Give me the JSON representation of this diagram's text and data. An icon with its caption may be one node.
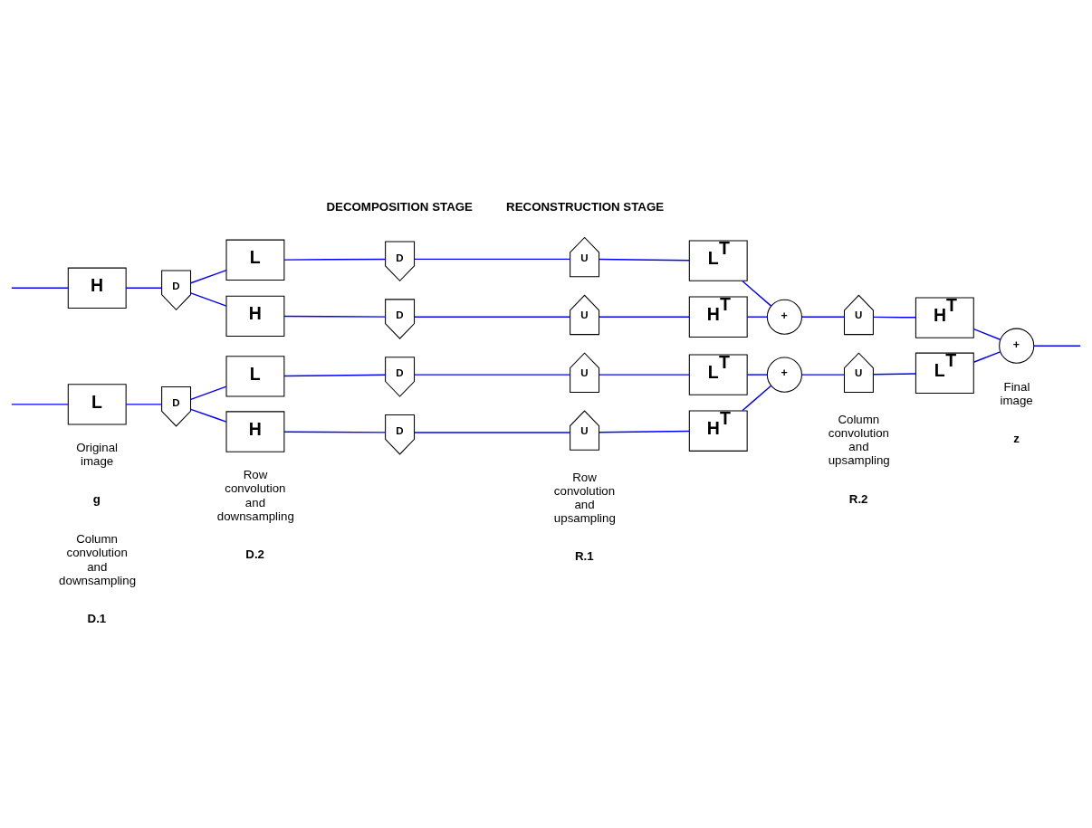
{
  "diagram": {
    "nodes": [
      {
        "text": [
          "L"
        ]
      },
      {
        "text": [
          "D"
        ]
      },
      {
        "text": [
          "H"
        ]
      },
      {
        "text": [
          "D"
        ]
      },
      {
        "text": [
          "L"
        ]
      },
      {
        "text": [
          "D"
        ]
      },
      {
        "text": [
          "H"
        ]
      },
      {
        "text": [
          "D"
        ]
      },
      {
        "text": [
          "L"
        ]
      },
      {
        "text": [
          "D"
        ]
      },
      {
        "text": [
          "H"
        ]
      },
      {
        "text": [
          "D"
        ]
      },
      {
        "text": [
          "U"
        ]
      },
      {
        "text": [
          "L$^{T}$"
        ]
      },
      {
        "text": [
          "U"
        ]
      },
      {
        "text": [
          "H$^{T}$"
        ]
      },
      {
        "text": [
          "U"
        ]
      },
      {
        "text": [
          "L$^{T}$"
        ]
      },
      {
        "text": [
          "U"
        ]
      },
      {
        "text": [
          "H$^{T}$"
        ]
      },
      {
        "text": [
          "+"
        ]
      },
      {
        "text": [
          "+"
        ]
      },
      {
        "text": [
          "U"
        ]
      },
      {
        "text": [
          "L$^{T}$"
        ]
      },
      {
        "text": [
          "U"
        ]
      },
      {
        "text": [
          "H$^{T}$"
        ]
      },
      {
        "text": [
          "+"
        ]
      }
    ],
    "edges": [
      {
        "from": null,
        "to": 0,
        "arrow": "none"
      },
      {
        "from": null,
        "to": 2,
        "arrow": "none"
      },
      {
        "from": 0,
        "to": 1,
        "arrow": "none"
      },
      {
        "from": 2,
        "to": 3,
        "arrow": "none"
      },
      {
        "from": 1,
        "to": 4,
        "arrow": "none"
      },
      {
        "from": 1,
        "to": 6,
        "arrow": "none"
      },
      {
        "from": 3,
        "to": 8,
        "arrow": "none"
      },
      {
        "from": 3,
        "to": 10,
        "arrow": "none"
      },
      {
        "from": 4,
        "to": 5,
        "arrow": "none"
      },
      {
        "from": 6,
        "to": 7,
        "arrow": "none"
      },
      {
        "from": 8,
        "to": 9,
        "arrow": "none"
      },
      {
        "from": 10,
        "to": 11,
        "arrow": "none"
      },
      {
        "from": 5,
        "to": 12,
        "arrow": "none"
      },
      {
        "from": 7,
        "to": 14,
        "arrow": "none"
      },
      {
        "from": 9,
        "to": 16,
        "arrow": "none"
      },
      {
        "from": 11,
        "to": 18,
        "arrow": "none"
      },
      {
        "from": 12,
        "to": 13,
        "arrow": "none"
      },
      {
        "from": 14,
        "to": 15,
        "arrow": "none"
      },
      {
        "from": 16,
        "to": 17,
        "arrow": "none"
      },
      {
        "from": 18,
        "to": 19,
        "arrow": "none"
      },
      {
        "from": 13,
        "to": 20,
        "arrow": "none"
      },
      {
        "from": 15,
        "to": 20,
        "arrow": "none"
      },
      {
        "from": 17,
        "to": 21,
        "arrow": "none"
      },
      {
        "from": 19,
        "to": 21,
        "arrow": "none"
      },
      {
        "from": 20,
        "to": 22,
        "arrow": "none"
      },
      {
        "from": 21,
        "to": 24,
        "arrow": "none"
      },
      {
        "from": 22,
        "to": 23,
        "arrow": "none"
      },
      {
        "from": 24,
        "to": 25,
        "arrow": "none"
      },
      {
        "from": 23,
        "to": 26,
        "arrow": "none"
      },
      {
        "from": 25,
        "to": 26,
        "arrow": "none"
      },
      {
        "from": 26,
        "to": null,
        "arrow": "none"
      }
    ],
    "labels": [
      "DECOMPOSITION STAGE",
      "RECONSTRUCTION STAGE",
      "Original image",
      "g",
      "Final image",
      "z",
      "Column convolution and downsampling",
      "Row convolution and downsampling",
      "Row convolution and upsampling",
      "Column convolution and upsampling",
      "D.1",
      "D.2",
      "R.1",
      "R.2"
    ]
  }
}
